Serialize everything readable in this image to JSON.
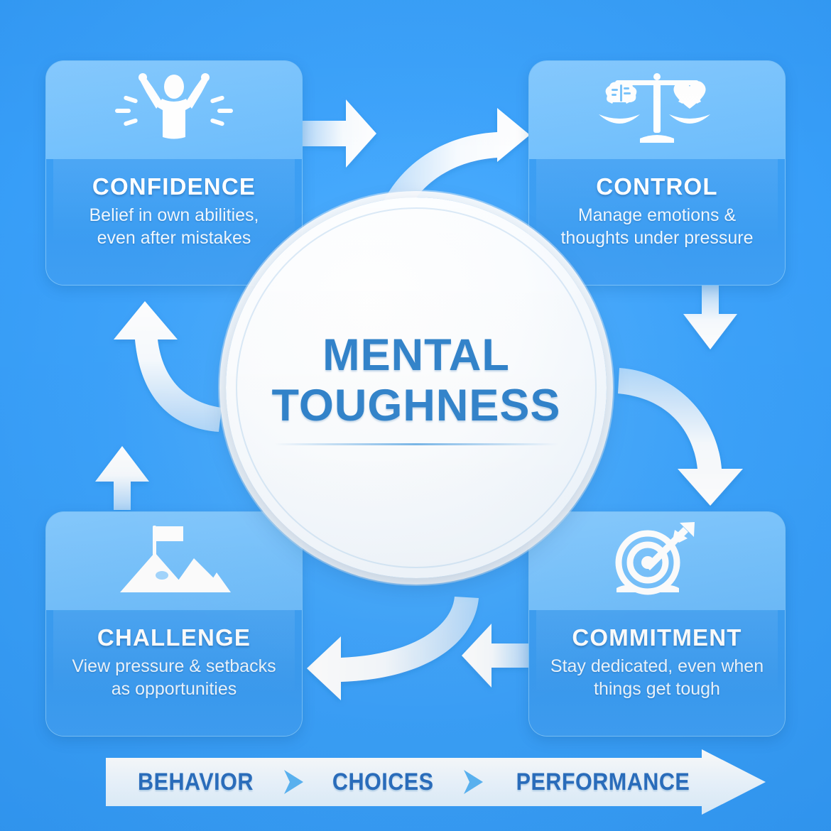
{
  "theme": {
    "background_blue": "#3da5fc",
    "card_top_blue": "#7cc4fb",
    "card_body_blue": "#3b9ef3",
    "hub_text_blue": "#2b7fc9",
    "banner_text_blue": "#2b6fc0",
    "chevron_blue": "#5bb5f5",
    "arrow_white": "#f2f8ff"
  },
  "hub": {
    "line1": "MENTAL",
    "line2": "TOUGHNESS"
  },
  "cards": [
    {
      "id": "confidence",
      "title": "CONFIDENCE",
      "desc_line1": "Belief in own abilities,",
      "desc_line2": "even after mistakes",
      "icon": "cheering-person-icon"
    },
    {
      "id": "control",
      "title": "CONTROL",
      "desc_line1": "Manage emotions &",
      "desc_line2": "thoughts under pressure",
      "icon": "balance-scale-brain-heart-icon"
    },
    {
      "id": "challenge",
      "title": "CHALLENGE",
      "desc_line1": "View pressure & setbacks",
      "desc_line2": "as opportunities",
      "icon": "mountain-flag-icon"
    },
    {
      "id": "commitment",
      "title": "COMMITMENT",
      "desc_line1": "Stay dedicated, even when",
      "desc_line2": "things get tough",
      "icon": "target-arrow-icon"
    }
  ],
  "banner": {
    "step1": "BEHAVIOR",
    "step2": "CHOICES",
    "step3": "PERFORMANCE"
  },
  "flow_arrows": [
    {
      "name": "confidence-to-control-straight",
      "direction": "right"
    },
    {
      "name": "hub-to-control-curved",
      "direction": "right"
    },
    {
      "name": "control-down-straight",
      "direction": "down"
    },
    {
      "name": "hub-to-commitment-curved",
      "direction": "down"
    },
    {
      "name": "commitment-to-challenge-straight",
      "direction": "left"
    },
    {
      "name": "hub-to-challenge-curved",
      "direction": "left"
    },
    {
      "name": "challenge-up-straight",
      "direction": "up"
    },
    {
      "name": "hub-to-confidence-curved",
      "direction": "up"
    }
  ]
}
